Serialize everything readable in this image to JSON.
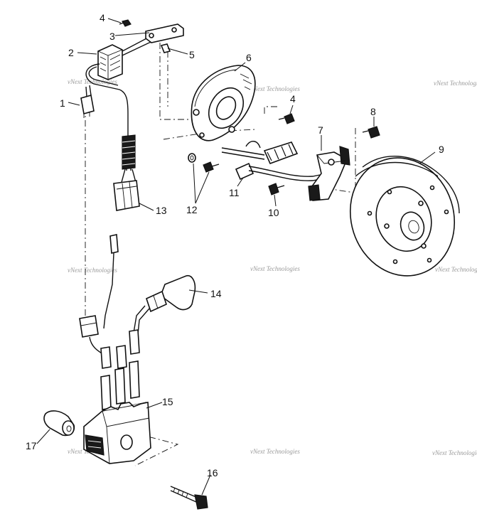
{
  "diagram": {
    "callouts": [
      {
        "id": "c1",
        "text": "1"
      },
      {
        "id": "c2",
        "text": "2"
      },
      {
        "id": "c3",
        "text": "3"
      },
      {
        "id": "c4a",
        "text": "4"
      },
      {
        "id": "c4b",
        "text": "4"
      },
      {
        "id": "c5",
        "text": "5"
      },
      {
        "id": "c6",
        "text": "6"
      },
      {
        "id": "c7",
        "text": "7"
      },
      {
        "id": "c8",
        "text": "8"
      },
      {
        "id": "c9",
        "text": "9"
      },
      {
        "id": "c10",
        "text": "10"
      },
      {
        "id": "c11",
        "text": "11"
      },
      {
        "id": "c12",
        "text": "12"
      },
      {
        "id": "c13",
        "text": "13"
      },
      {
        "id": "c14",
        "text": "14"
      },
      {
        "id": "c15",
        "text": "15"
      },
      {
        "id": "c16",
        "text": "16"
      },
      {
        "id": "c17",
        "text": "17"
      }
    ],
    "watermark": "vNext Technologies"
  }
}
